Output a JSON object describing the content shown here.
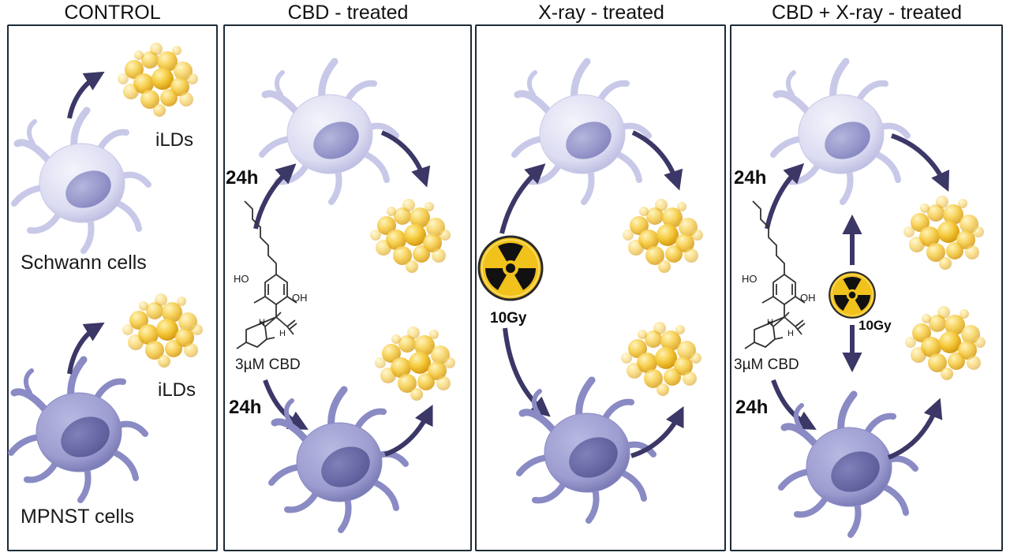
{
  "headings": {
    "control": "CONTROL",
    "cbd": "CBD - treated",
    "xray": "X-ray - treated",
    "combo": "CBD + X-ray - treated"
  },
  "labels": {
    "ilds": "iLDs",
    "schwann": "Schwann cells",
    "mpnst": "MPNST cells",
    "time": "24h",
    "dose": "10Gy",
    "cbd_dose": "3µM CBD",
    "ho": "HO",
    "oh": "OH",
    "h": "H"
  },
  "colors": {
    "schwann_cell": "#dcdcf2",
    "mpnst_cell": "#9c9cd0",
    "nucleus": "#8c8cc4",
    "arrow": "#3b3766",
    "droplet": "#f5c93a",
    "radiation_badge": "#f2c21c",
    "panel_border": "#1d2b36"
  },
  "icons": [
    "radiation-icon",
    "curved-arrow-icon",
    "lipid-droplet-cluster-icon",
    "cbd-molecule-icon"
  ]
}
